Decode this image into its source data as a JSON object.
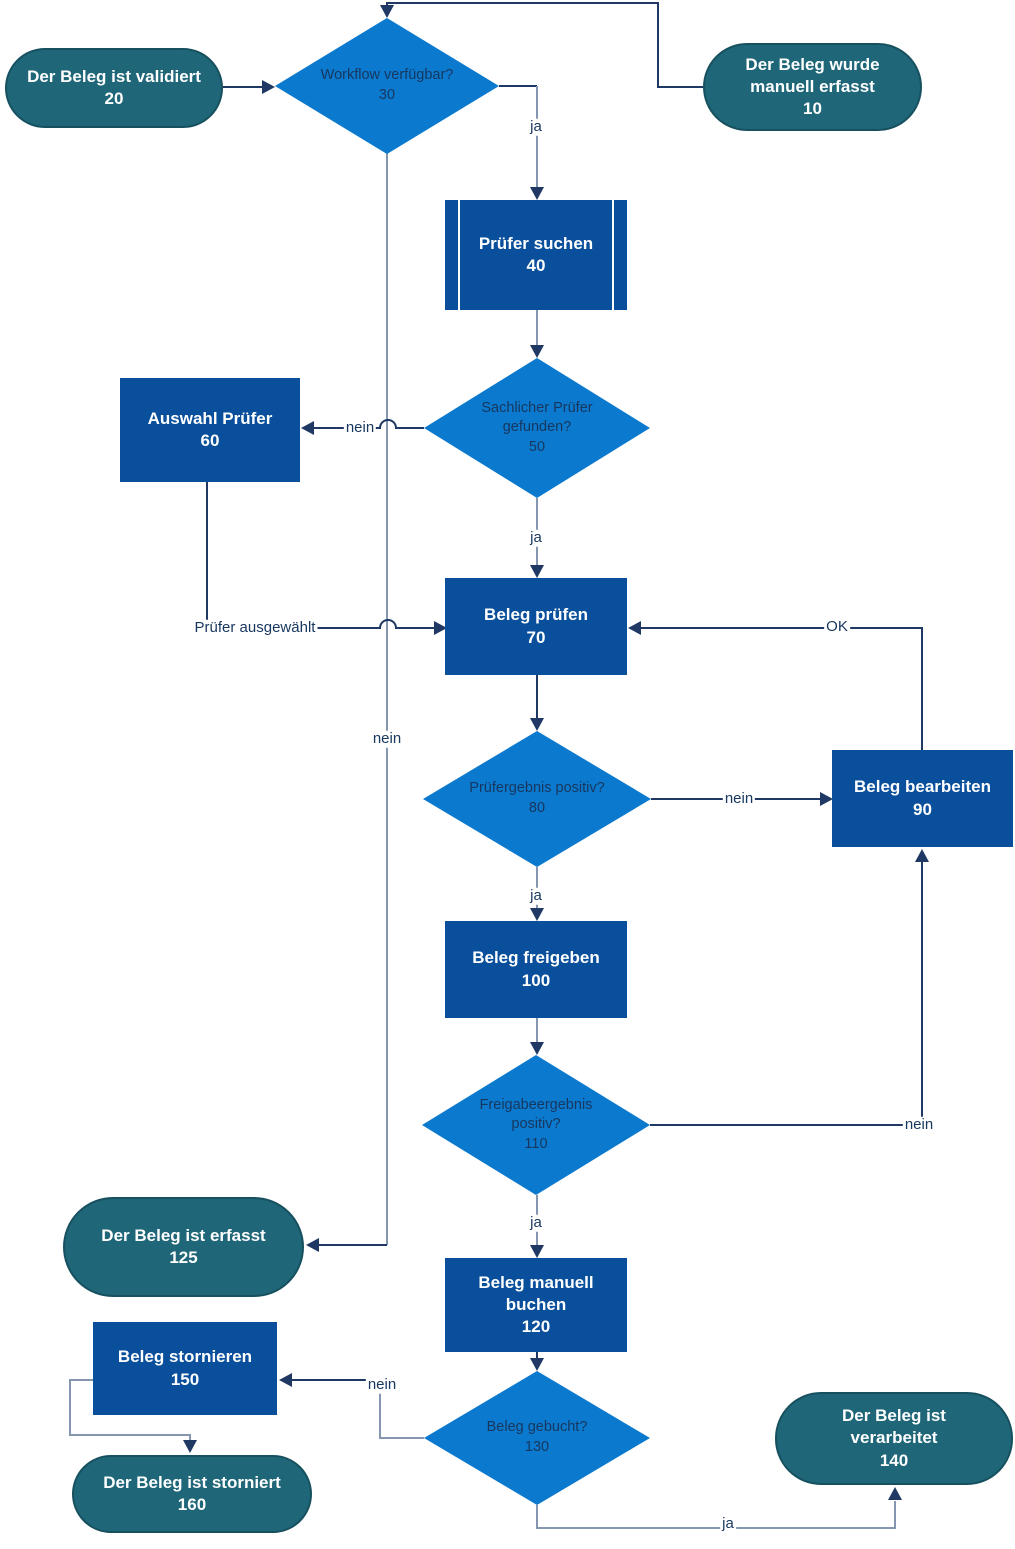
{
  "colors": {
    "process_fill": "#0A4F9B",
    "decision_fill": "#0B79CE",
    "terminator_fill": "#1E6678",
    "terminator_border": "#17505F",
    "line_navy": "#1F3864",
    "line_gray": "#8496B0",
    "text_dark": "#17375E",
    "text_light": "#FFFFFF",
    "bar_white": "#FFFFFF"
  },
  "nodes": {
    "n10": {
      "text": "Der Beleg wurde\nmanuell erfasst\n10"
    },
    "n20": {
      "text": "Der Beleg ist validiert\n20"
    },
    "n30": {
      "text": "Workflow verfügbar?\n30"
    },
    "n40": {
      "text": "Prüfer suchen\n40"
    },
    "n50": {
      "text": "Sachlicher Prüfer\ngefunden?\n50"
    },
    "n60": {
      "text": "Auswahl Prüfer\n60"
    },
    "n70": {
      "text": "Beleg prüfen\n70"
    },
    "n80": {
      "text": "Prüfergebnis positiv?\n80"
    },
    "n90": {
      "text": "Beleg bearbeiten\n90"
    },
    "n100": {
      "text": "Beleg freigeben\n100"
    },
    "n110": {
      "text": "Freigabeergebnis\npositiv?\n110"
    },
    "n120": {
      "text": "Beleg manuell\nbuchen\n120"
    },
    "n125": {
      "text": "Der Beleg ist erfasst\n125"
    },
    "n130": {
      "text": "Beleg gebucht?\n130"
    },
    "n140": {
      "text": "Der Beleg ist\nverarbeitet\n140"
    },
    "n150": {
      "text": "Beleg stornieren\n150"
    },
    "n160": {
      "text": "Der Beleg ist storniert\n160"
    }
  },
  "edge_labels": {
    "ja_workflow": "ja",
    "nein_workflow": "nein",
    "nein_pruefer_gefunden": "nein",
    "ja_pruefer_gefunden": "ja",
    "pruefer_ausgewaehlt": "Prüfer ausgewählt",
    "ok": "OK",
    "nein_pruefergebnis": "nein",
    "ja_pruefergebnis": "ja",
    "nein_freigabe": "nein",
    "ja_freigabe": "ja",
    "nein_gebucht": "nein",
    "ja_gebucht": "ja"
  }
}
